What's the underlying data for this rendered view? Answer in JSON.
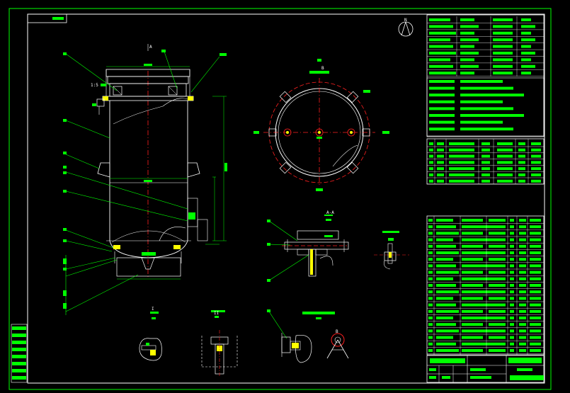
{
  "sheet": {
    "tag_scale_main": "1:5",
    "tag_view_a": "A",
    "tag_view_b": "B",
    "tag_section_aa": "A-A",
    "tag_detail_1": "I",
    "tag_detail_2": "II",
    "tag_arrow_label": "B",
    "tag_center_n": "N"
  },
  "colors": {
    "background": "#000000",
    "frame": "#00ff00",
    "geometry": "#ffffff",
    "centerline": "#ff2020",
    "dimension": "#00ff00",
    "hatch": "#ffff00",
    "label": "#00ff00"
  },
  "icons": {
    "north_arrow": "north-arrow-icon"
  }
}
